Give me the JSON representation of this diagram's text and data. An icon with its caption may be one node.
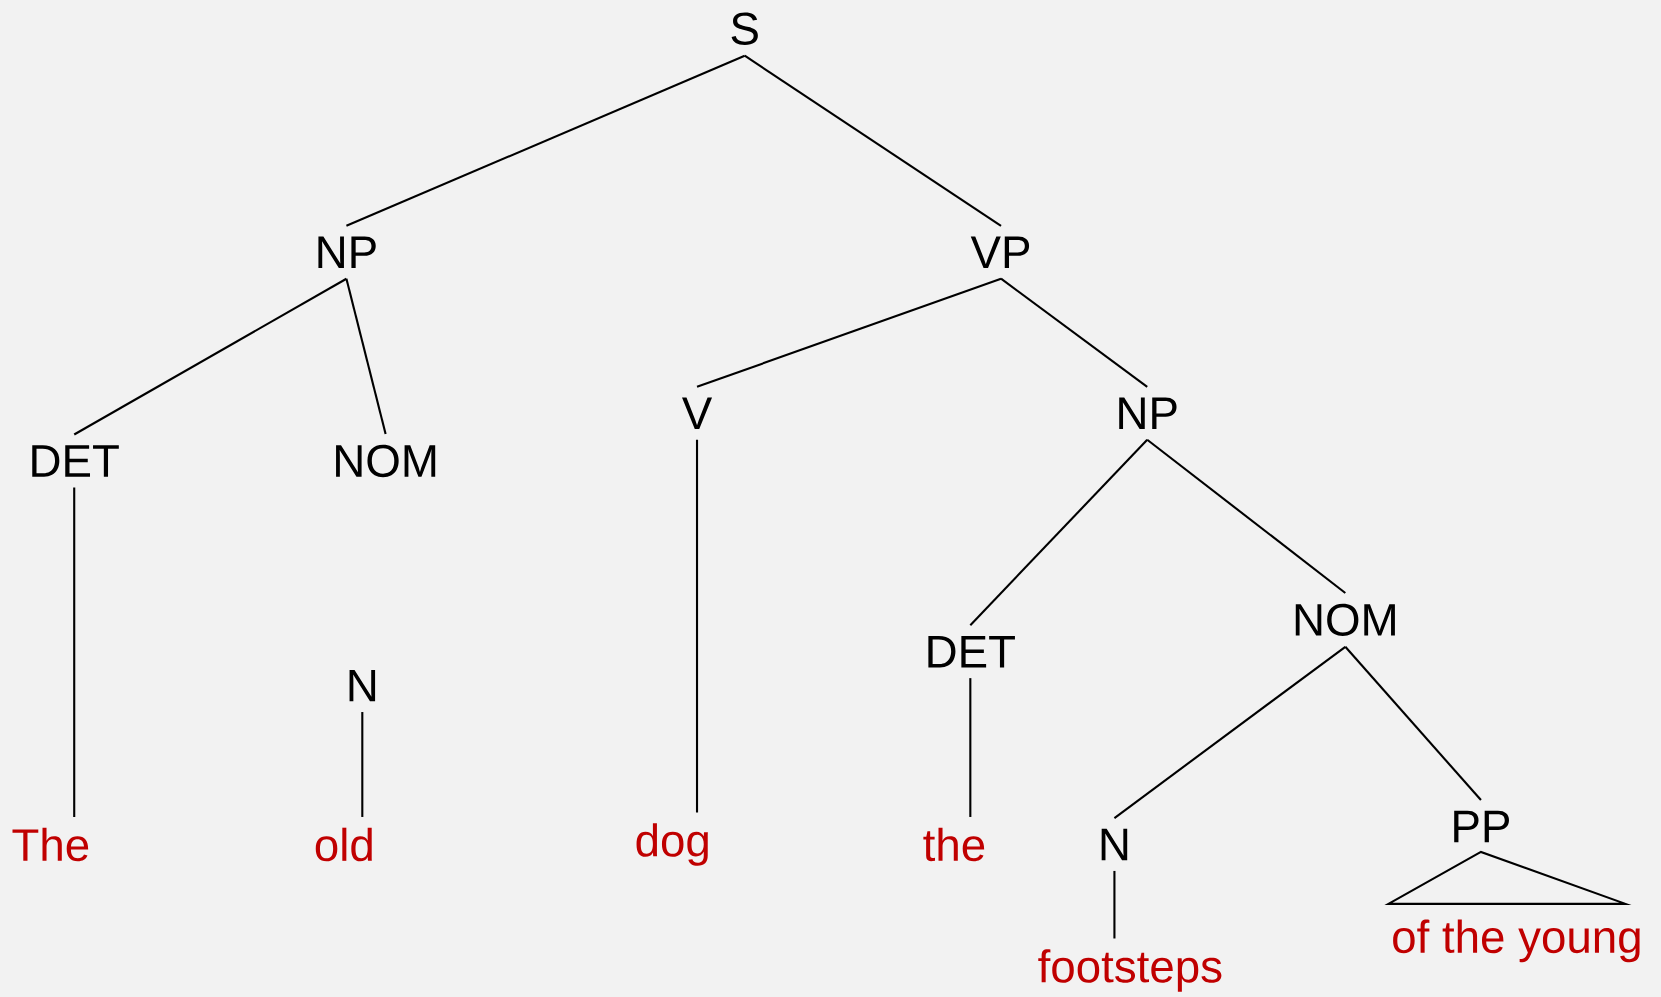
{
  "diagram": {
    "nodes": [
      {
        "text": [
          "S"
        ]
      },
      {
        "text": [
          "NP"
        ]
      },
      {
        "text": [
          "VP"
        ]
      },
      {
        "text": [
          "DET"
        ]
      },
      {
        "text": [
          "NOM"
        ]
      },
      {
        "text": [
          "V"
        ]
      },
      {
        "text": [
          "NP"
        ]
      },
      {
        "text": [
          "The"
        ]
      },
      {
        "text": [
          "N"
        ]
      },
      {
        "text": [
          "old"
        ]
      },
      {
        "text": [
          "dog"
        ]
      },
      {
        "text": [
          "DET"
        ]
      },
      {
        "text": [
          "NOM"
        ]
      },
      {
        "text": [
          "the"
        ]
      },
      {
        "text": [
          "N"
        ]
      },
      {
        "text": [
          "PP"
        ]
      },
      {
        "text": [
          "footsteps"
        ]
      },
      {
        "text": [
          "of the young"
        ]
      }
    ],
    "edges": [
      {
        "from": 0,
        "to": 1,
        "arrow": "none"
      },
      {
        "from": 0,
        "to": 2,
        "arrow": "none"
      },
      {
        "from": 1,
        "to": 3,
        "arrow": "none"
      },
      {
        "from": 1,
        "to": 4,
        "arrow": "none"
      },
      {
        "from": 3,
        "to": 7,
        "arrow": "none"
      },
      {
        "from": 8,
        "to": 9,
        "arrow": "none"
      },
      {
        "from": 2,
        "to": 5,
        "arrow": "none"
      },
      {
        "from": 2,
        "to": 6,
        "arrow": "none"
      },
      {
        "from": 5,
        "to": 10,
        "arrow": "none"
      },
      {
        "from": 6,
        "to": 11,
        "arrow": "none"
      },
      {
        "from": 6,
        "to": 12,
        "arrow": "none"
      },
      {
        "from": 11,
        "to": 13,
        "arrow": "none"
      },
      {
        "from": 12,
        "to": 14,
        "arrow": "none"
      },
      {
        "from": 12,
        "to": 15,
        "arrow": "none"
      },
      {
        "from": 14,
        "to": 16,
        "arrow": "none"
      },
      {
        "from": 15,
        "to": 17,
        "arrow": "none"
      }
    ]
  }
}
